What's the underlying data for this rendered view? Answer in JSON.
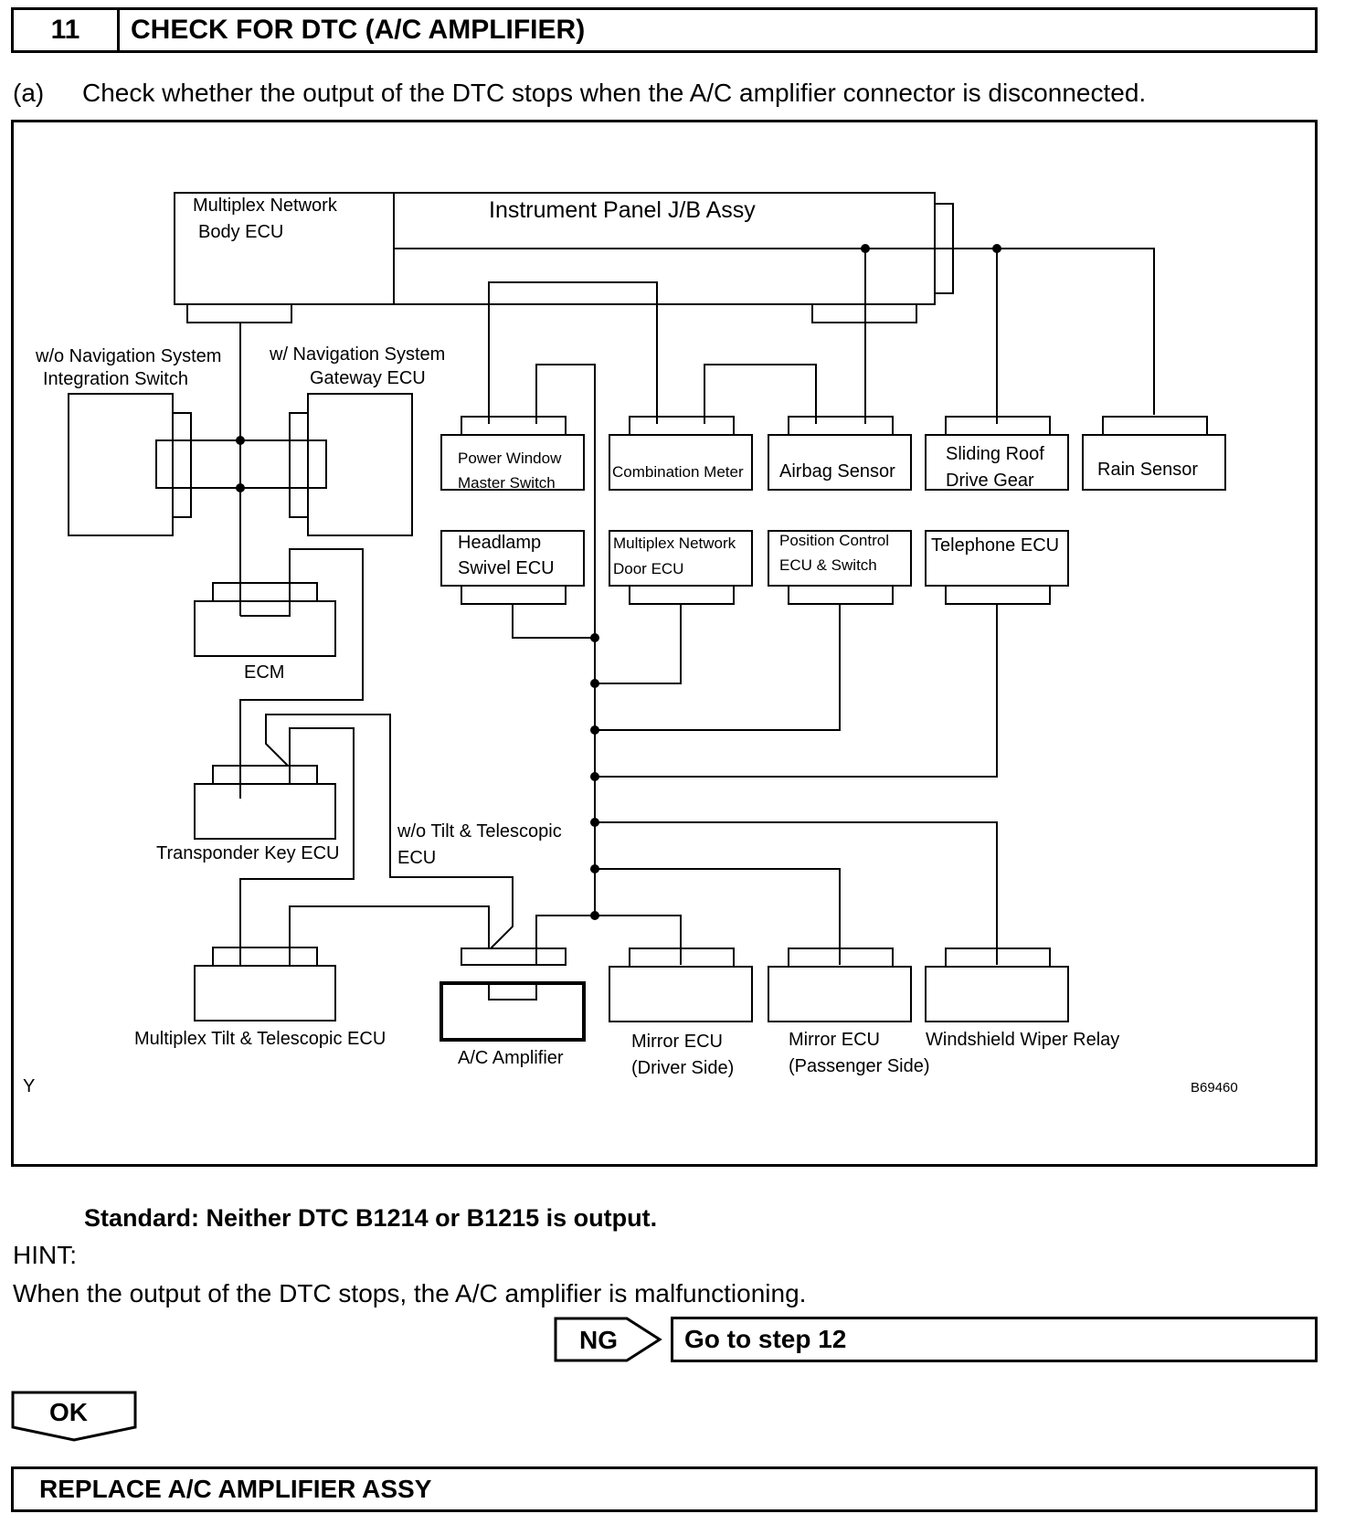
{
  "header": {
    "step_number": "11",
    "title": "CHECK FOR DTC (A/C AMPLIFIER)"
  },
  "instruction": {
    "label": "(a)",
    "text": "Check whether the output of the DTC stops when the A/C amplifier connector is disconnected."
  },
  "diagram": {
    "corner_left": "Y",
    "corner_right": "B69460",
    "labels": {
      "body_ecu_1": "Multiplex Network",
      "body_ecu_2": "Body ECU",
      "jb": "Instrument Panel J/B Assy",
      "wo_nav_1": "w/o Navigation System",
      "wo_nav_2": "Integration Switch",
      "w_nav_1": "w/ Navigation System",
      "w_nav_2": "Gateway ECU",
      "pw_1": "Power Window",
      "pw_2": "Master Switch",
      "combo": "Combination Meter",
      "airbag": "Airbag Sensor",
      "sliding_1": "Sliding Roof",
      "sliding_2": "Drive Gear",
      "rain": "Rain Sensor",
      "headlamp_1": "Headlamp",
      "headlamp_2": "Swivel ECU",
      "door_1": "Multiplex Network",
      "door_2": "Door ECU",
      "pos_1": "Position Control",
      "pos_2": "ECU & Switch",
      "tel": "Telephone ECU",
      "ecm": "ECM",
      "transponder": "Transponder Key ECU",
      "wo_tilt_1": "w/o Tilt & Telescopic",
      "wo_tilt_2": "ECU",
      "tilt": "Multiplex Tilt & Telescopic ECU",
      "ac": "A/C Amplifier",
      "mirror_d_1": "Mirror ECU",
      "mirror_d_2": "(Driver Side)",
      "mirror_p_1": "Mirror ECU",
      "mirror_p_2": "(Passenger Side)",
      "wiper": "Windshield Wiper Relay"
    }
  },
  "standard": "Standard: Neither DTC B1214 or B1215 is output.",
  "hint_label": "HINT:",
  "hint_text": "When the output of the DTC stops, the A/C amplifier is malfunctioning.",
  "ng_label": "NG",
  "goto_text": "Go to step 12",
  "ok_label": "OK",
  "replace_text": "REPLACE A/C AMPLIFIER ASSY"
}
